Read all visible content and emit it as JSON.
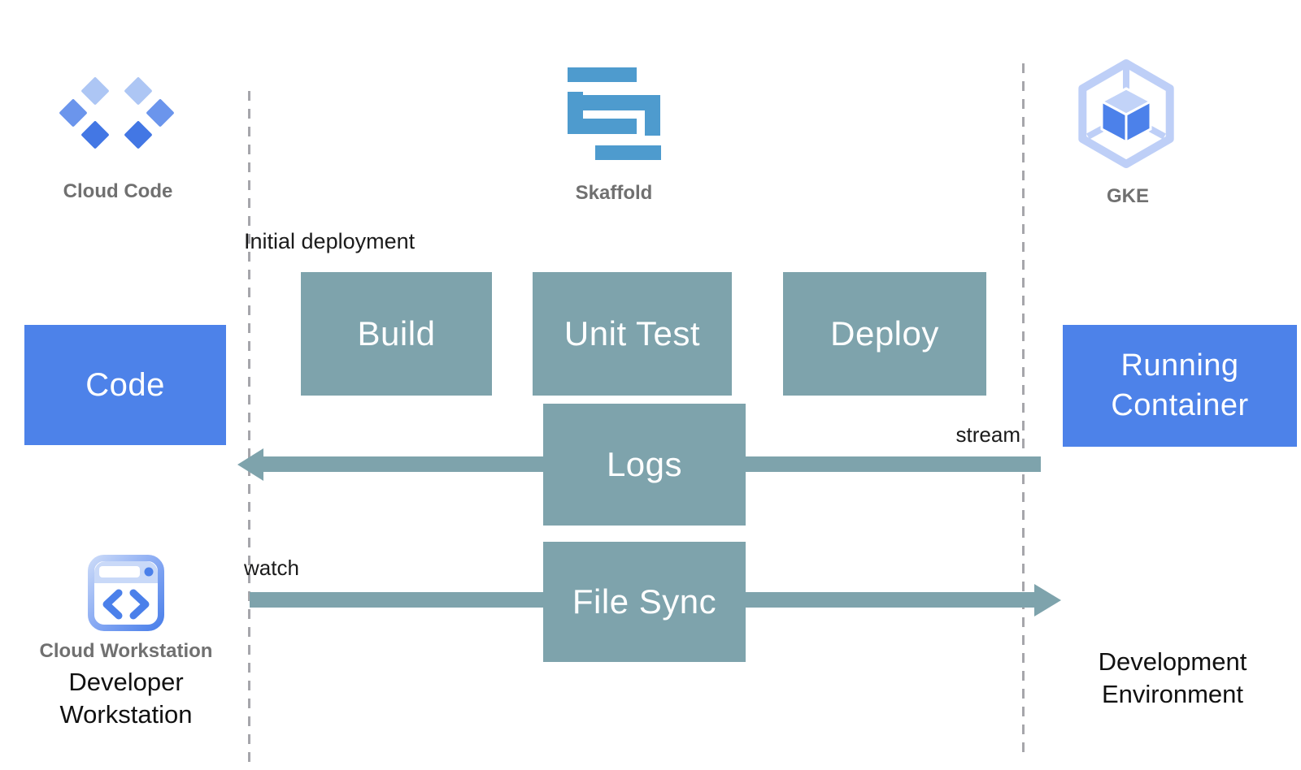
{
  "colors": {
    "accent_blue": "#4D82E9",
    "process_teal": "#7EA3AC",
    "skaffold_blue": "#4E9BCE",
    "caption_gray": "#707070",
    "text_black": "#1B1B1B",
    "dash_gray": "#A6A6AB",
    "icon_light_blue": "#ADC6F4",
    "icon_mid_blue": "#6B95EC",
    "icon_dark_blue": "#4377E4"
  },
  "icons": {
    "cloud_code": "six-diamonds-icon",
    "skaffold": "interlocked-s-bars-icon",
    "gke": "hexagon-cube-icon",
    "cloud_workstation": "code-window-icon"
  },
  "lanes": {
    "cloud_code_label": "Cloud Code",
    "skaffold_label": "Skaffold",
    "gke_label": "GKE"
  },
  "annotations": {
    "initial_deployment": "Initial deployment",
    "watch": "watch",
    "stream": "stream"
  },
  "nodes": {
    "code": "Code",
    "build": "Build",
    "unit_test": "Unit Test",
    "deploy": "Deploy",
    "logs": "Logs",
    "file_sync": "File Sync",
    "running_container": "Running Container"
  },
  "footer": {
    "cloud_workstation": "Cloud Workstation",
    "developer_workstation": "Developer Workstation",
    "development_environment": "Development Environment"
  }
}
